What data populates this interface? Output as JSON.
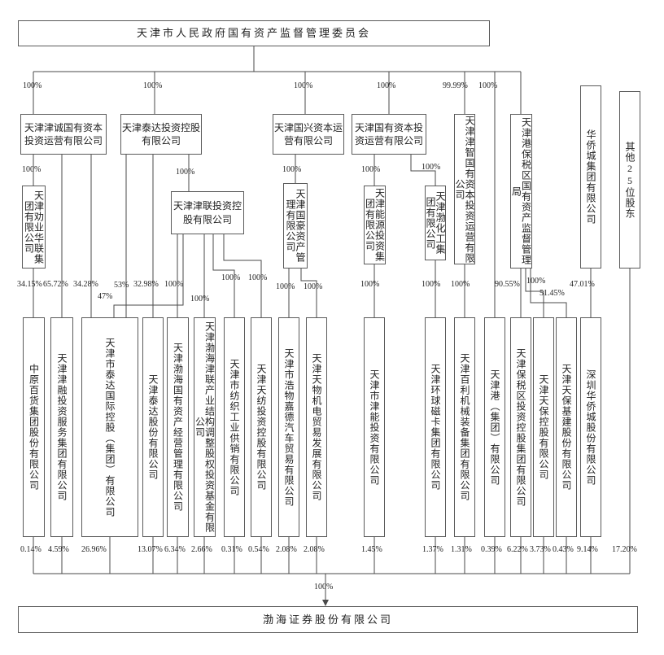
{
  "companies": {
    "sasac": "天津市人民政府国有资产监督管理委员会",
    "jincheng": "天津津诚国有资本投资运营有限公司",
    "taida_holding": "天津泰达投资控股有限公司",
    "guoxing": "天津国兴资本运营有限公司",
    "guozi_yunying": "天津国有资本投资运营有限公司",
    "jinzhi": "天津津智国有资本投资运营有限公司",
    "baoshui_guanliju": "天津港保税区国有资产监督管理局",
    "oct_group": "华侨城集团有限公司",
    "other_shareholders": "其他25位股东",
    "quanye": "天津劝业华联集团有限公司",
    "jinlian": "天津津联投资控股有限公司",
    "guohao": "天津国豪资产管理有限公司",
    "nengyuan": "天津能源投资集团有限公司",
    "bohuagong": "天津渤化工集团有限公司",
    "zhongyuan": "中原百货集团股份有限公司",
    "jinrong": "天津津融投资服务集团有限公司",
    "taida_intl": "天津市泰达国际控股（集团）有限公司",
    "taida_gufen": "天津泰达股份有限公司",
    "bohai_guozi": "天津渤海国有资产经营管理有限公司",
    "jinlian_fund": "天津渤海津联产业结构调整股权投资基金有限公司",
    "fangzhi": "天津市纺织工业供销有限公司",
    "tianfang": "天津天纺投资控股有限公司",
    "haowu": "天津市浩物嘉德汽车贸易有限公司",
    "tianwu": "天津天物机电贸易发展有限公司",
    "jinneng": "天津市津能投资有限公司",
    "cika": "天津环球磁卡集团有限公司",
    "baili": "天津百利机械装备集团有限公司",
    "tianjin_port": "天津港（集团）有限公司",
    "baoshui_touzi": "天津保税区投资控股集团有限公司",
    "tianbao": "天津天保控股有限公司",
    "tianbao_jijian": "天津天保基建股份有限公司",
    "sz_oct": "深圳华侨城股份有限公司",
    "bohai_securities": "渤海证券股份有限公司"
  },
  "pcts": {
    "p_jincheng": "100%",
    "p_taida": "100%",
    "p_guoxing": "100%",
    "p_guozi": "100%",
    "p_jinzhi": "99.99%",
    "p_tjport": "100%",
    "p_quanye": "100%",
    "p_jinlian": "100%",
    "p_guohao": "100%",
    "p_nengyuan": "100%",
    "p_bohuagong": "100%",
    "p_zhongyuan_up": "34.15%",
    "p_jinrong_up": "65.72%",
    "p_taidaintl_up1": "34.28%",
    "p_taidaintl_up2": "47%",
    "p_taidaintl_up3": "53%",
    "p_taidagufen_up": "32.98%",
    "p_bohaiguozi_up": "100%",
    "p_fund_up": "100%",
    "p_fangzhi_up": "100%",
    "p_tianfang_up": "100%",
    "p_haowu_up": "100%",
    "p_tianwu_up": "100%",
    "p_jinneng_up": "100%",
    "p_cika_up": "100%",
    "p_baili_up": "100%",
    "p_baoshui_up": "90.55%",
    "p_tianbao_up": "100%",
    "p_jijian_up": "51.45%",
    "p_szoct_up": "47.01%",
    "b_zhongyuan": "0.14%",
    "b_jinrong": "4.59%",
    "b_taidaintl": "26.96%",
    "b_taidagufen": "13.07%",
    "b_bohaiguozi": "6.34%",
    "b_fund": "2.66%",
    "b_fangzhi": "0.31%",
    "b_tianfang": "0.54%",
    "b_haowu": "2.08%",
    "b_tianwu": "2.08%",
    "b_jinneng": "1.45%",
    "b_cika": "1.37%",
    "b_baili": "1.31%",
    "b_tjport": "0.39%",
    "b_baoshuitou": "6.22%",
    "b_tianbao": "3.73%",
    "b_jijian": "0.43%",
    "b_szoct": "9.14%",
    "b_qita": "17.20%",
    "p_final": "100%"
  }
}
